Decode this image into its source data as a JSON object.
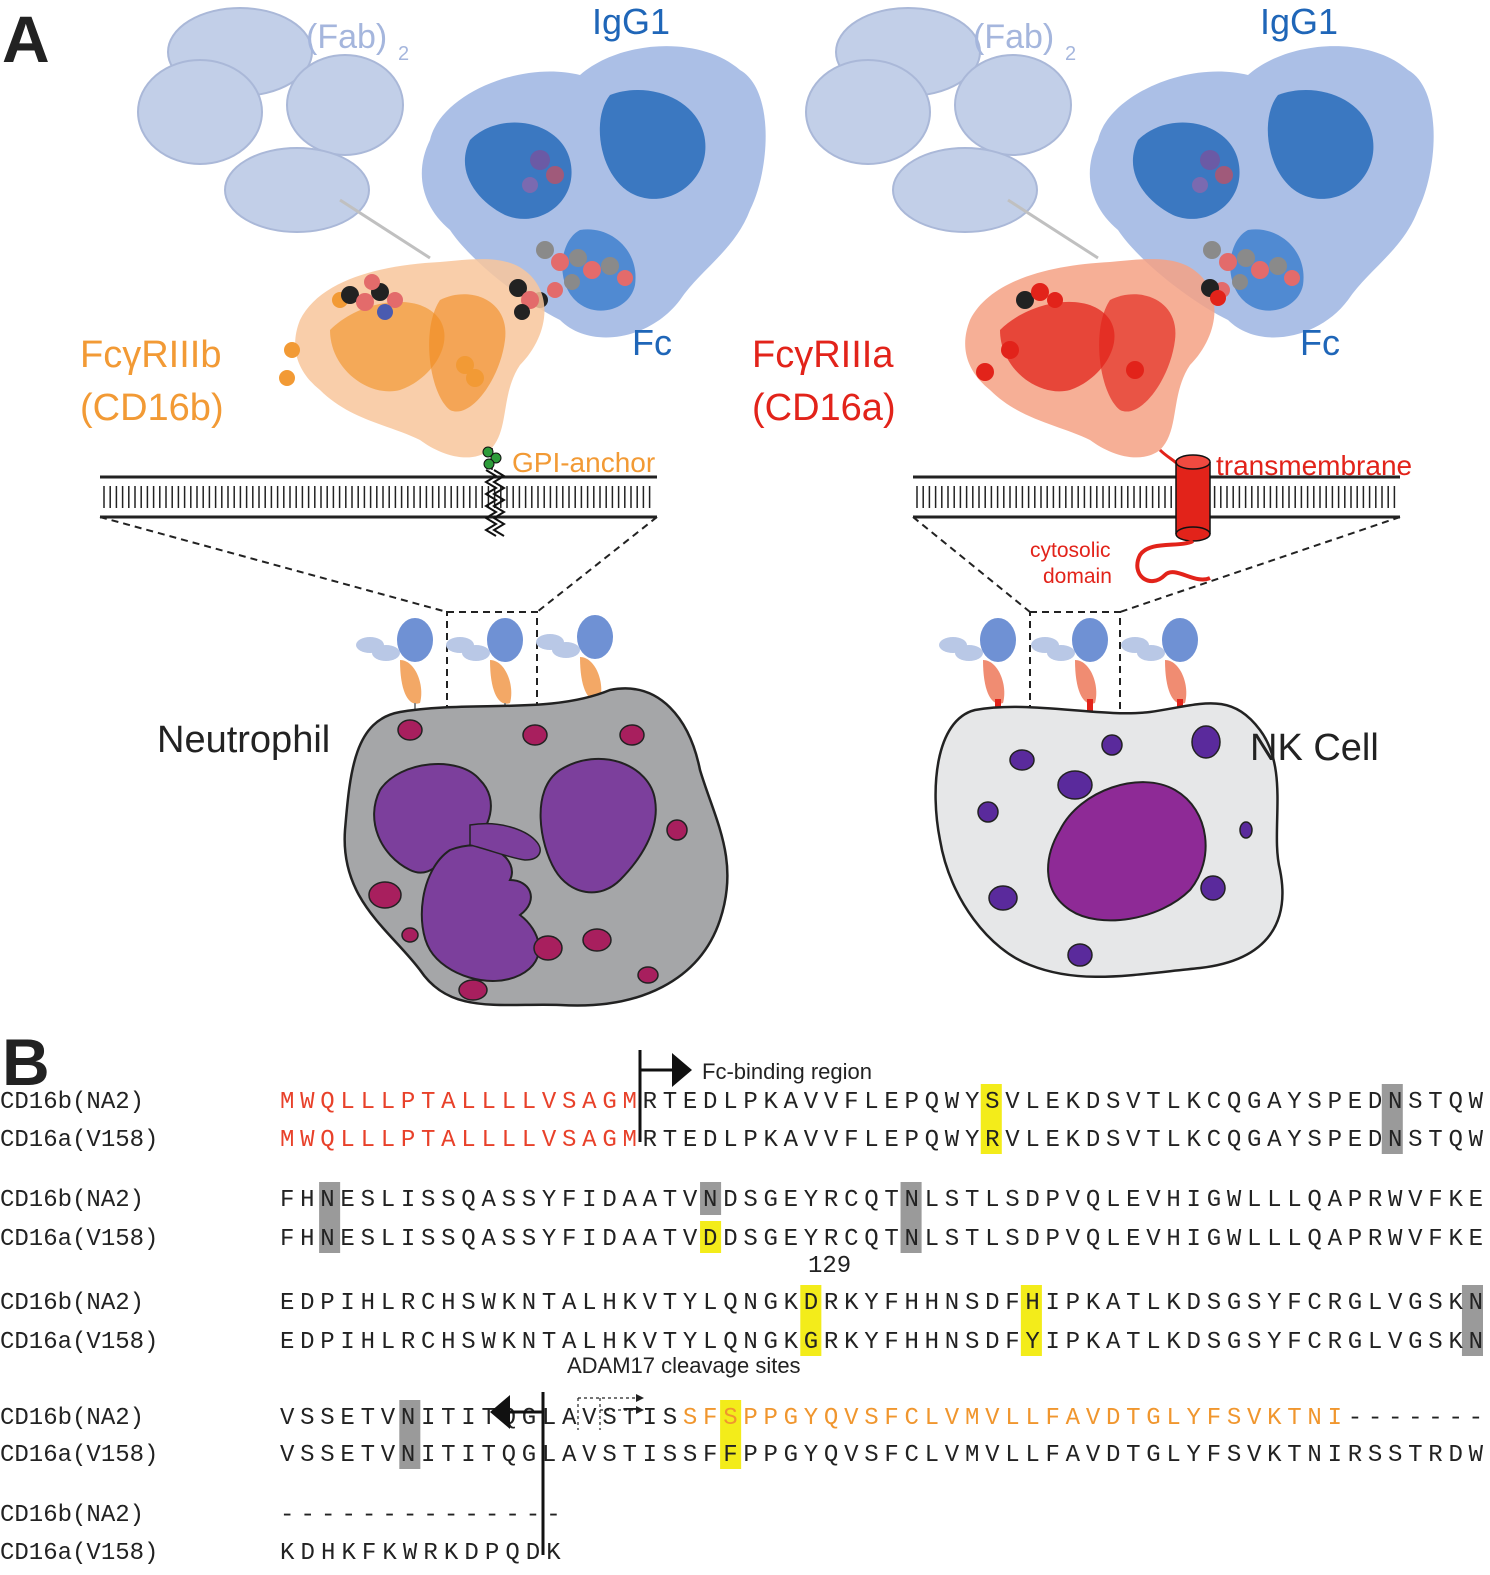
{
  "panel_a": {
    "letter": "A",
    "left": {
      "fab_label": "(Fab)",
      "fab_sub": "2",
      "igg_label": "IgG1",
      "fc_label": "Fc",
      "receptor_line1": "FcγRIIIb",
      "receptor_line2": "(CD16b)",
      "anchor_label": "GPI-anchor",
      "cell_label": "Neutrophil"
    },
    "right": {
      "fab_label": "(Fab)",
      "fab_sub": "2",
      "igg_label": "IgG1",
      "fc_label": "Fc",
      "receptor_line1": "FcγRIIIa",
      "receptor_line2": "(CD16a)",
      "tm_label": "transmembrane",
      "cyto_line1": "cytosolic",
      "cyto_line2": "domain",
      "cell_label": "NK Cell"
    }
  },
  "panel_b": {
    "letter": "B",
    "fc_region_label": "Fc-binding region",
    "adam_label": "ADAM17 cleavage sites",
    "position_label": "129",
    "blocks": [
      {
        "b_name": "CD16b(NA2)",
        "a_name": "CD16a(V158)",
        "b_seq": "MWQLLLPTALLLLVSAGMRTEDLPKAVVFLEPQWYSVLEKDSVTLKCQGAYSPEDNSTQW",
        "a_seq": "MWQLLLPTALLLLVSAGMRTEDLPKAVVFLEPQWYRVLEKDSVTLKCQGAYSPEDNSTQW"
      },
      {
        "b_name": "CD16b(NA2)",
        "a_name": "CD16a(V158)",
        "b_seq": "FHNESLISSQASSYFIDAATVNDSGEYRCQTNLSTLSDPVQLEVHIGWLLLQAPRWVFKE",
        "a_seq": "FHNESLISSQASSYFIDAATVDDSGEYRCQTNLSTLSDPVQLEVHIGWLLLQAPRWVFKE"
      },
      {
        "b_name": "CD16b(NA2)",
        "a_name": "CD16a(V158)",
        "b_seq": "EDPIHLRCHSWKNTALHKVTYLQNGKDRKYFHHNSDFHIPKATLKDSGSYFCRGLVGSKN",
        "a_seq": "EDPIHLRCHSWKNTALHKVTYLQNGKGRKYFHHNSDFYIPKATLKDSGSYFCRGLVGSKN"
      },
      {
        "b_name": "CD16b(NA2)",
        "a_name": "CD16a(V158)",
        "b_seq": "VSSETVNITITQGLAVSTISSFSPPGYQVSFCLVMVLLFAVDTGLYFSVKTNI-------",
        "a_seq": "VSSETVNITITQGLAVSTISSFFPPGYQVSFCLVMVLLFAVDTGLYFSVKTNIRSSTRDW"
      },
      {
        "b_name": "CD16b(NA2)",
        "a_name": "CD16a(V158)",
        "b_seq": "--------------",
        "a_seq": "KDHKFKWRKDPQDK"
      }
    ]
  },
  "colors": {
    "signal_peptide": "#e8412a",
    "gpi_segment": "#f0962e",
    "highlight_variant": "#f3ec1a",
    "highlight_glycan": "#9a9a9a",
    "igg_blue": "#1f66b8",
    "fab_fill": "#b9c8e6",
    "cd16b_orange": "#f29a35",
    "cd16a_red": "#e2231a",
    "neutrophil_body": "#a5a6a8",
    "nk_body": "#e6e7e8",
    "nucleus_purple": "#7c3f9c",
    "granule_magenta": "#a81f5e"
  },
  "icons": [
    "fab-ellipses",
    "igg-fc-structure",
    "gpi-anchor-icon",
    "transmembrane-cylinder-icon",
    "arrow-right-icon",
    "arrow-left-icon"
  ]
}
